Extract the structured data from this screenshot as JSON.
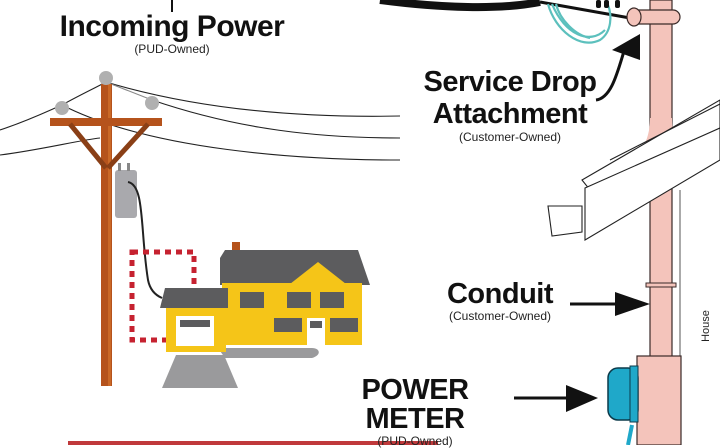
{
  "labels": {
    "incoming_power": {
      "title": "Incoming Power",
      "owner": "(PUD-Owned)"
    },
    "service_drop": {
      "title_line1": "Service Drop",
      "title_line2": "Attachment",
      "owner": "(Customer-Owned)"
    },
    "conduit": {
      "title": "Conduit",
      "owner": "(Customer-Owned)"
    },
    "power_meter": {
      "title": "POWER METER",
      "owner": "(PUD-Owned)"
    },
    "house": "House"
  },
  "colors": {
    "pole_wood": "#b5531c",
    "transformer": "#a9a9ad",
    "house_yellow": "#f5c518",
    "roof_gray": "#5c5c5e",
    "mast_pink": "#f4c4bb",
    "meter_blue": "#1fa8c9",
    "drop_teal": "#5cc0bd",
    "highlight_red": "#c62230",
    "bottom_bar_red": "#c0393b"
  }
}
